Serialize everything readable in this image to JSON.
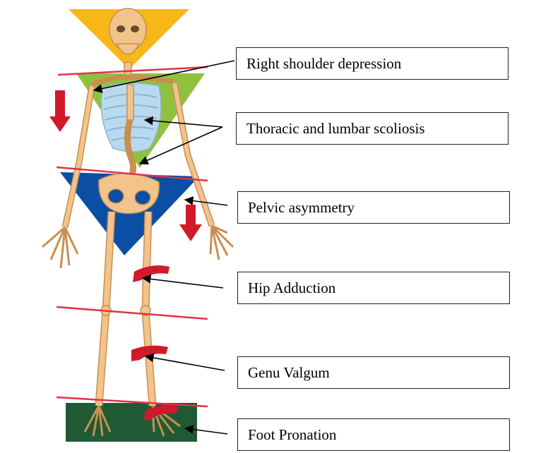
{
  "labels": {
    "right_shoulder": "Right shoulder depression",
    "scoliosis": "Thoracic and lumbar scoliosis",
    "pelvic": "Pelvic asymmetry",
    "hip": "Hip Adduction",
    "genu": "Genu Valgum",
    "foot": "Foot Pronation"
  },
  "colors": {
    "head_triangle": "#f7b719",
    "shoulder_triangle": "#8fc13e",
    "pelvis_triangle": "#0b4fa4",
    "foot_rect": "#1f5a35",
    "reference_line": "#e0324a",
    "arrow_red": "#d01a2a",
    "bone": "#f2c48c",
    "bone_dark": "#c98f4f",
    "ribcage": "#b9d9ee"
  }
}
